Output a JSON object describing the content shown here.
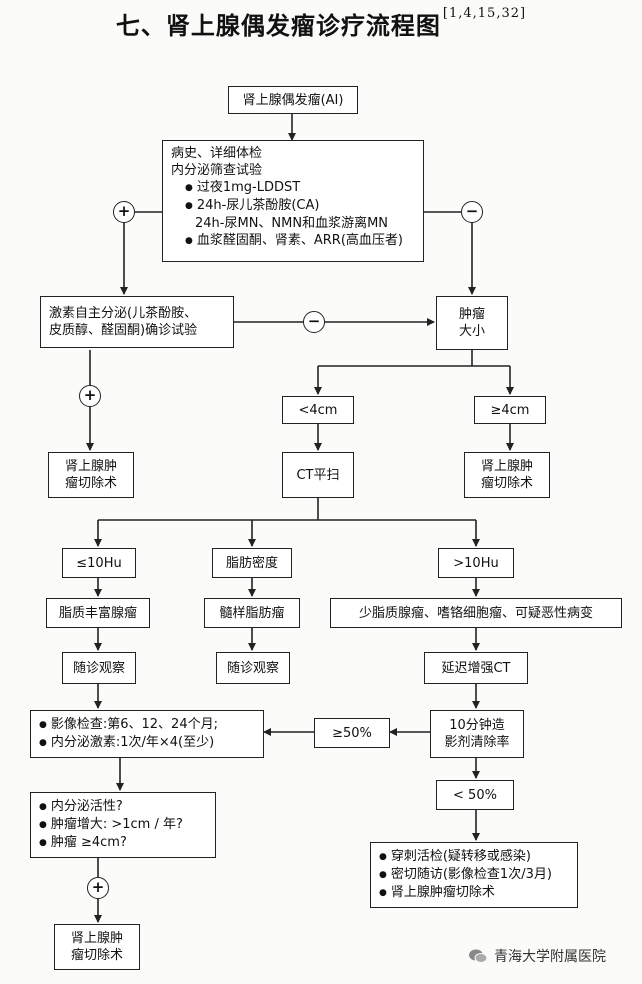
{
  "title": "七、肾上腺偶发瘤诊疗流程图",
  "title_ref": "[1,4,15,32]",
  "nodes": {
    "start": "肾上腺偶发瘤(AI)",
    "screen": {
      "line1": "病史、详细体检",
      "line2": "内分泌筛查试验",
      "items": [
        "过夜1mg-LDDST",
        "24h-尿儿茶酚胺(CA)",
        "24h-尿MN、NMN和血浆游离MN",
        "血浆醛固酮、肾素、ARR(高血压者)"
      ]
    },
    "confirm": [
      "激素自主分泌(儿茶酚胺、",
      "皮质醇、醛固酮)确诊试验"
    ],
    "size": [
      "肿瘤",
      "大小"
    ],
    "lt4": "<4cm",
    "ge4": "≥4cm",
    "surgery_left": [
      "肾上腺肿",
      "瘤切除术"
    ],
    "surgery_right": [
      "肾上腺肿",
      "瘤切除术"
    ],
    "ct": "CT平扫",
    "le10": "≤10Hu",
    "fat": "脂肪密度",
    "gt10": ">10Hu",
    "lipid_rich": "脂质丰富腺瘤",
    "myelolipoma": "髓样脂肪瘤",
    "lipid_poor": "少脂质腺瘤、嗜铬细胞瘤、可疑恶性病变",
    "follow1": "随诊观察",
    "follow2": "随诊观察",
    "delayed_ct": "延迟增强CT",
    "imaging": [
      "影像检查:第6、12、24个月;",
      "内分泌激素:1次/年×4(至少)"
    ],
    "washout": [
      "10分钟造",
      "影剂清除率"
    ],
    "ge50": "≥50%",
    "lt50": "< 50%",
    "checks": [
      "内分泌活性?",
      "肿瘤增大: >1cm / 年?",
      "肿瘤 ≥4cm?"
    ],
    "options": [
      "穿刺活检(疑转移或感染)",
      "密切随访(影像检查1次/3月)",
      "肾上腺肿瘤切除术"
    ],
    "surgery_bottom": [
      "肾上腺肿",
      "瘤切除术"
    ]
  },
  "signs": {
    "plus_left": "+",
    "minus_right": "−",
    "minus_mid": "−",
    "plus_confirm": "+",
    "plus_bottom": "+"
  },
  "watermark": "青海大学附属医院",
  "icon": "wechat-icon"
}
